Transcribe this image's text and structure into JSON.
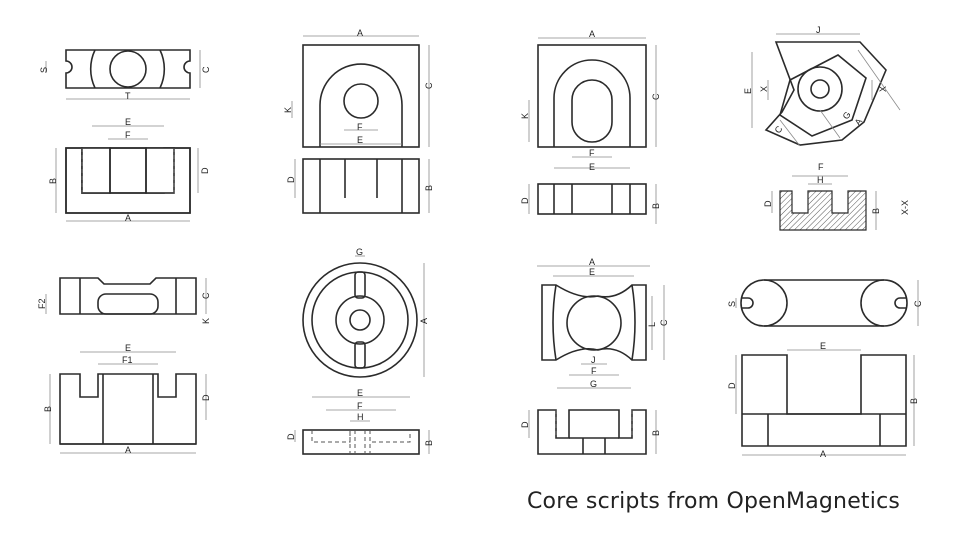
{
  "caption": "Core scripts from OpenMagnetics",
  "labels": {
    "a": "A",
    "b": "B",
    "c": "C",
    "d": "D",
    "e": "E",
    "f": "F",
    "f1": "F1",
    "f2": "F2",
    "g": "G",
    "h": "H",
    "j": "J",
    "k": "K",
    "l": "L",
    "s": "S",
    "t": "T",
    "x": "X",
    "xx": "X-X"
  }
}
